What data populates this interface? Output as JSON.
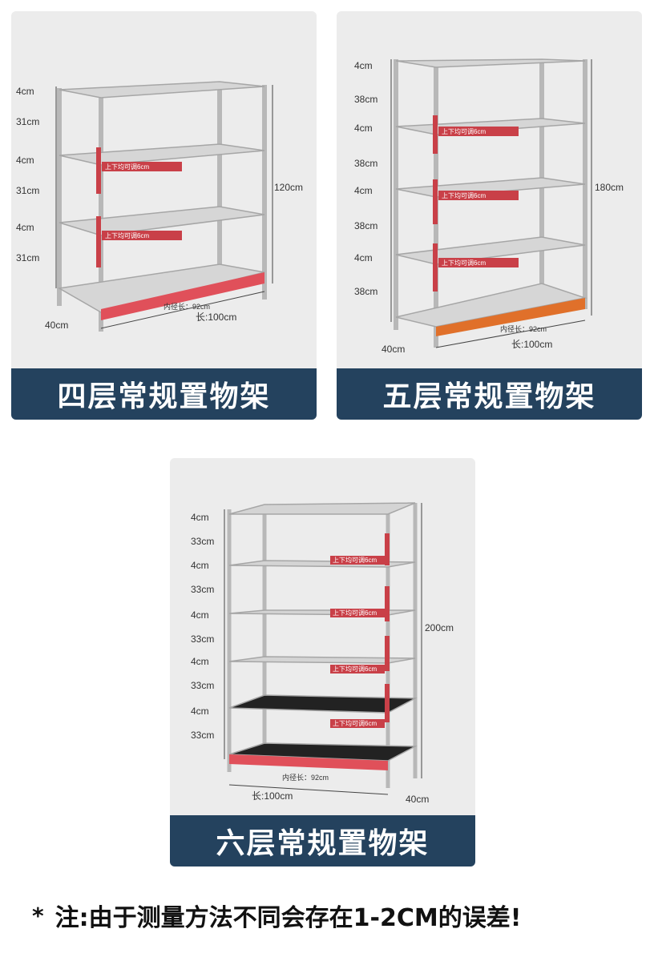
{
  "panels": [
    {
      "title": "四层常规置物架",
      "left_dims": [
        "4cm",
        "31cm",
        "4cm",
        "31cm",
        "4cm",
        "31cm"
      ],
      "height_label": "120cm",
      "inner_length": "内径长：92cm",
      "length": "长:100cm",
      "depth": "40cm",
      "adjust_label": "上下均可调6cm"
    },
    {
      "title": "五层常规置物架",
      "left_dims": [
        "4cm",
        "38cm",
        "4cm",
        "38cm",
        "4cm",
        "38cm",
        "4cm",
        "38cm"
      ],
      "height_label": "180cm",
      "inner_length": "内径长：92cm",
      "length": "长:100cm",
      "depth": "40cm",
      "adjust_label": "上下均可调6cm"
    },
    {
      "title": "六层常规置物架",
      "left_dims": [
        "4cm",
        "33cm",
        "4cm",
        "33cm",
        "4cm",
        "33cm",
        "4cm",
        "33cm",
        "4cm",
        "33cm"
      ],
      "height_label": "200cm",
      "inner_length": "内径长：92cm",
      "length": "长:100cm",
      "depth": "40cm",
      "adjust_label": "上下均可调6cm"
    }
  ],
  "note": {
    "star": "*",
    "text": "注:由于测量方法不同会存在1-2CM的误差!"
  },
  "colors": {
    "banner": "#24425e",
    "card_bg": "#ececec",
    "accent_red": "#e0505a",
    "accent_orange": "#e0702a"
  }
}
